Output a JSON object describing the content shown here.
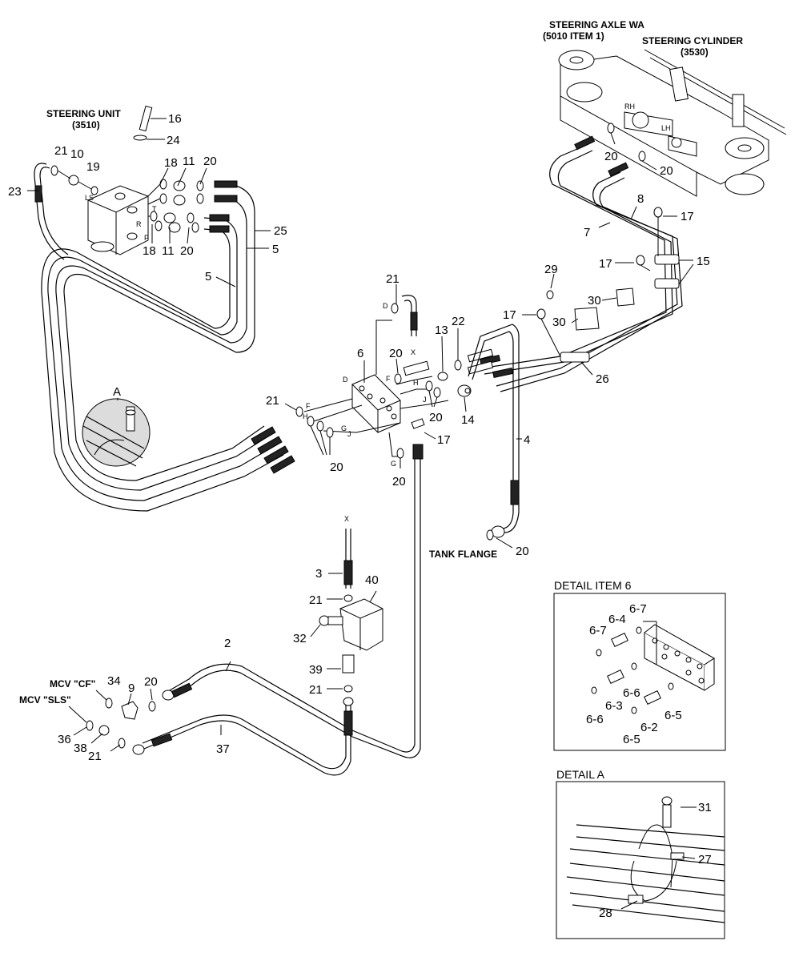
{
  "captions": {
    "steering_axle": [
      "STEERING AXLE WA",
      "(5010 ITEM 1)"
    ],
    "steering_cylinder": [
      "STEERING CYLINDER",
      "(3530)"
    ],
    "steering_unit": [
      "STEERING UNIT",
      "(3510)"
    ],
    "tank_flange": "TANK FLANGE",
    "mcv_cf": "MCV \"CF\"",
    "mcv_sls": "MCV \"SLS\"",
    "detail_item6": "DETAIL ITEM 6",
    "detail_a": "DETAIL A",
    "callout_a": "A",
    "rh": "RH",
    "lh": "LH"
  },
  "port_letters": {
    "t": "T",
    "r": "R",
    "p": "P",
    "ls": "LS",
    "d1": "D",
    "d2": "D",
    "f1": "F",
    "f2": "F",
    "h1": "H",
    "h2": "H",
    "g1": "G",
    "g2": "G",
    "j1": "J",
    "j2": "J",
    "x1": "X",
    "x2": "X"
  },
  "labels": {
    "l16": "16",
    "l24": "24",
    "l21a": "21",
    "l10": "10",
    "l19": "19",
    "l23": "23",
    "l18a": "18",
    "l11a": "11",
    "l20a": "20",
    "l18b": "18",
    "l11b": "11",
    "l20b": "20",
    "l25": "25",
    "l5a": "5",
    "l5b": "5",
    "l20c": "20",
    "l20d": "20",
    "l8": "8",
    "l7": "7",
    "l17a": "17",
    "l17b": "17",
    "l15": "15",
    "l29": "29",
    "l30a": "30",
    "l30b": "30",
    "l17c": "17",
    "l26": "26",
    "l21b": "21",
    "l6": "6",
    "l20e": "20",
    "l13": "13",
    "l22": "22",
    "l21c": "21",
    "l20f": "20",
    "l14": "14",
    "l17d": "17",
    "l20g": "20",
    "l20h": "20",
    "l4": "4",
    "l20i": "20",
    "l3": "3",
    "l40": "40",
    "l21d": "21",
    "l32": "32",
    "l39": "39",
    "l21e": "21",
    "l2": "2",
    "l34": "34",
    "l20j": "20",
    "l9": "9",
    "l36": "36",
    "l38": "38",
    "l21f": "21",
    "l37": "37",
    "l67a": "6-7",
    "l64": "6-4",
    "l67b": "6-7",
    "l66a": "6-6",
    "l63": "6-3",
    "l66b": "6-6",
    "l62": "6-2",
    "l65a": "6-5",
    "l65b": "6-5",
    "l31": "31",
    "l27": "27",
    "l28": "28"
  }
}
